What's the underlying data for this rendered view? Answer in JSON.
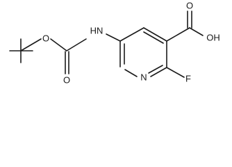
{
  "molecule": {
    "atoms": {
      "ester_o": "O",
      "carbonyl_o": "O",
      "nh": "HN",
      "ring_n": "N",
      "fluorine": "F",
      "acid_o": "O",
      "acid_oh": "OH"
    }
  }
}
